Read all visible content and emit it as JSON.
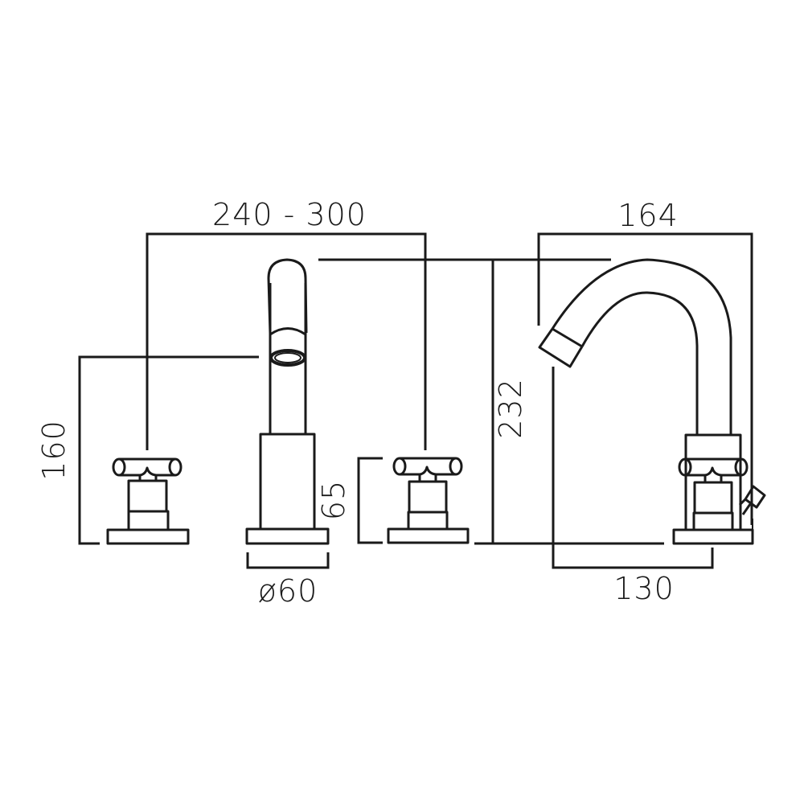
{
  "drawing": {
    "subject": "Three hole basin mixer tap with cross-head handles — dimension drawing",
    "colors": {
      "line": "#1a1a1a",
      "background": "#ffffff"
    },
    "dimensions": {
      "handle_spacing": "240 - 300",
      "spout_outlet_height": "160",
      "handle_height": "65",
      "base_diameter": "ø60",
      "overall_height": "232",
      "spout_reach": "164",
      "spout_outlet_reach": "130"
    },
    "views": [
      {
        "name": "front-elevation",
        "components": [
          "left-cross-handle",
          "spout-body",
          "right-cross-handle"
        ]
      },
      {
        "name": "side-elevation",
        "components": [
          "swan-neck-spout",
          "cross-handle",
          "pop-up-lever"
        ]
      }
    ]
  }
}
